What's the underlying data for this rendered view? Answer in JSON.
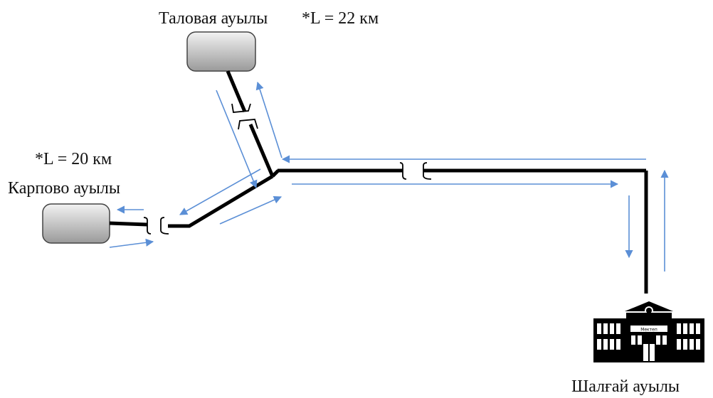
{
  "labels": {
    "talovaya_village": "Таловая ауылы",
    "talovaya_length": "*L = 22 км",
    "karpovo_length": "*L = 20 км",
    "karpovo_village": "Карпово ауылы",
    "shalgai_village": "Шалғай ауылы",
    "school_sign": "Мектеп"
  },
  "colors": {
    "pipe": "#000000",
    "flow_arrow": "#5b8fd6",
    "tank_fill_top": "#f2f2f2",
    "tank_fill_bottom": "#9a9a9a",
    "tank_stroke": "#444444"
  },
  "icons": {
    "school": "school-building-icon",
    "tank": "reservoir-icon",
    "coupling": "pipe-coupling-icon"
  }
}
